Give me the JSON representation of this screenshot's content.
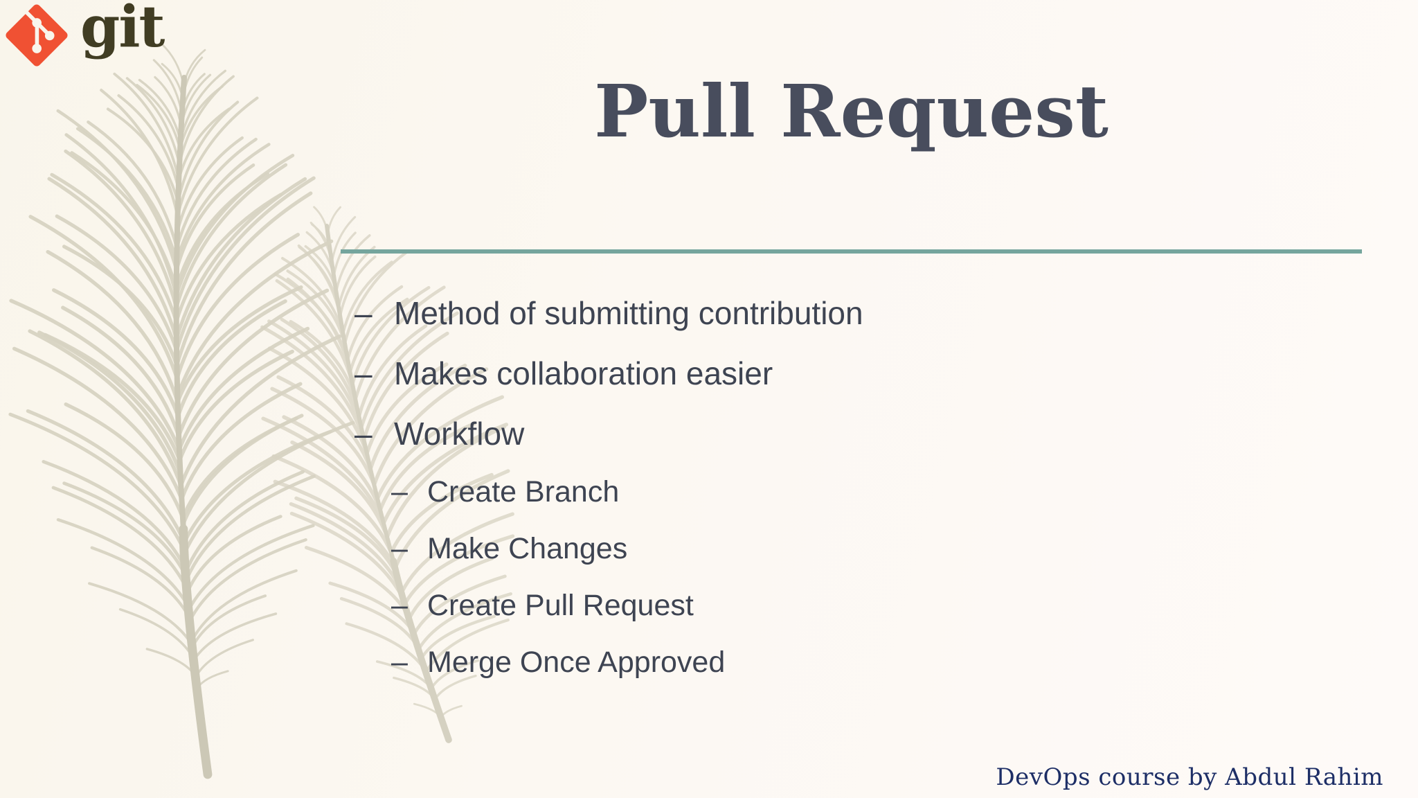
{
  "slide": {
    "background_color": "#fbf7f0",
    "logo": {
      "brand_icon": "git-diamond-icon",
      "diamond_color": "#f05133",
      "wordmark": "git",
      "wordmark_color": "#413d23"
    },
    "title": {
      "text": "Pull Request",
      "color": "#484d5d"
    },
    "divider": {
      "color": "#75a59d"
    },
    "bullets": {
      "marker": "–",
      "text_color": "#3e4452",
      "items": [
        {
          "label": "Method of submitting contribution",
          "level": 1
        },
        {
          "label": "Makes collaboration easier",
          "level": 1
        },
        {
          "label": "Workflow",
          "level": 1
        },
        {
          "label": "Create Branch",
          "level": 2
        },
        {
          "label": "Make Changes",
          "level": 2
        },
        {
          "label": "Create Pull Request",
          "level": 2
        },
        {
          "label": "Merge Once Approved",
          "level": 2
        }
      ]
    },
    "footer": {
      "text": "DevOps course by Abdul Rahim",
      "color": "#1d2e66"
    },
    "decor": {
      "description": "feather-illustration",
      "barb_color": "#d7d3c2",
      "shaft_color": "#ccc8b6"
    }
  }
}
